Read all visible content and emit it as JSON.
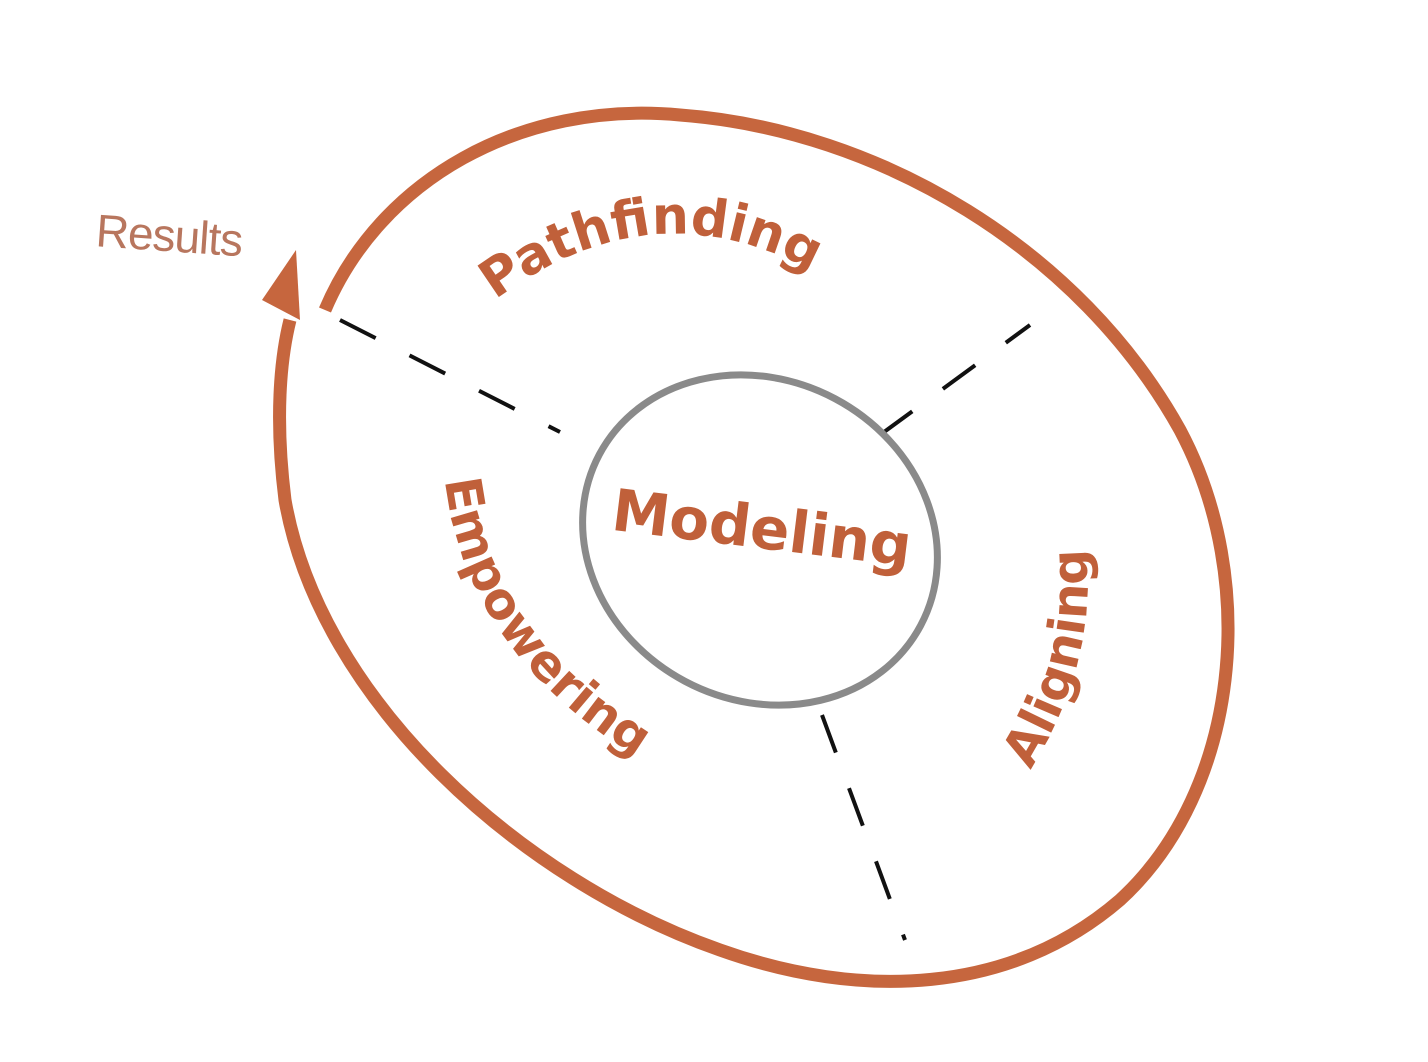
{
  "diagram": {
    "output_label": "Results",
    "center": "Modeling",
    "stages": [
      {
        "label": "Pathfinding",
        "position": "top"
      },
      {
        "label": "Aligning",
        "position": "right"
      },
      {
        "label": "Empowering",
        "position": "left"
      }
    ],
    "colors": {
      "ring": "#c6663e",
      "text": "#c0603a",
      "inner_ring": "#8a8a8a",
      "dividers": "#111111",
      "results_text": "#b8765e"
    }
  }
}
